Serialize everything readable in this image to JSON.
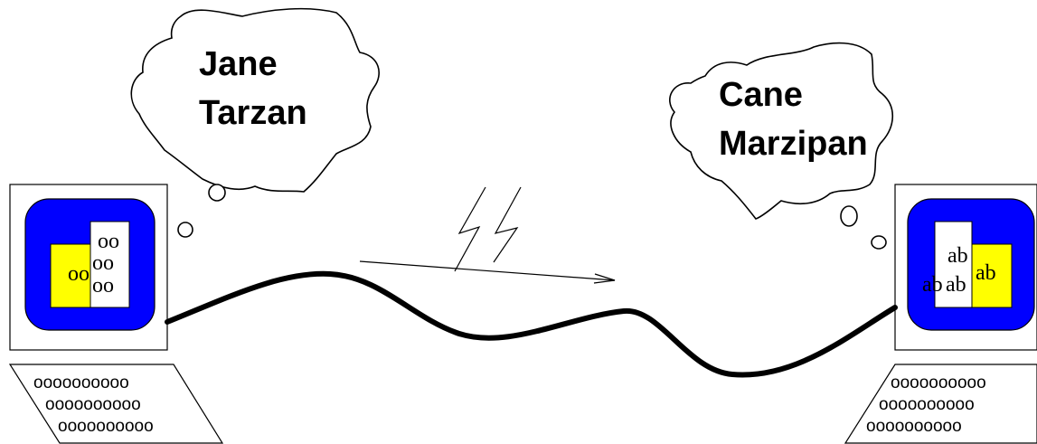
{
  "left_thought": {
    "line1": "Jane",
    "line2": "Tarzan"
  },
  "right_thought": {
    "line1": "Cane",
    "line2": "Marzipan"
  },
  "left_screen": {
    "glyphs": [
      "oo",
      "oo",
      "oo",
      "oo"
    ]
  },
  "right_screen": {
    "glyphs": [
      "ab",
      "ab",
      "ab",
      "ab"
    ]
  },
  "left_keyboard": {
    "rows": [
      "oooooooooo",
      "oooooooooo",
      "oooooooooo"
    ]
  },
  "right_keyboard": {
    "rows": [
      "oooooooooo",
      "oooooooooo",
      "oooooooooo"
    ]
  },
  "colors": {
    "screen_bezel": "#0000ff",
    "highlight_page": "#ffff00",
    "paper_page": "#ffffff",
    "ink": "#000000"
  }
}
